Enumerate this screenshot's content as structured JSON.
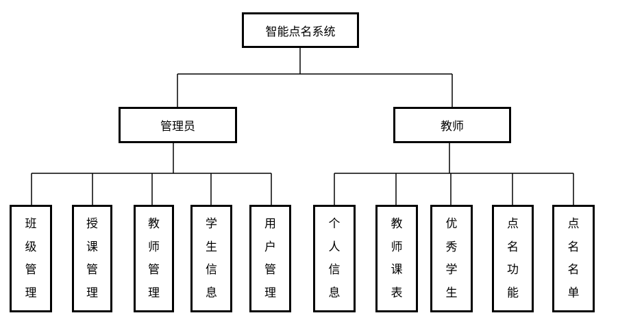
{
  "root": {
    "label": "智能点名系统"
  },
  "groups": [
    {
      "label": "管理员",
      "children": [
        "班级管理",
        "授课管理",
        "教师管理",
        "学生信息",
        "用户管理"
      ]
    },
    {
      "label": "教师",
      "children": [
        "个人信息",
        "教师课表",
        "优秀学生",
        "点名功能",
        "点名名单"
      ]
    }
  ]
}
